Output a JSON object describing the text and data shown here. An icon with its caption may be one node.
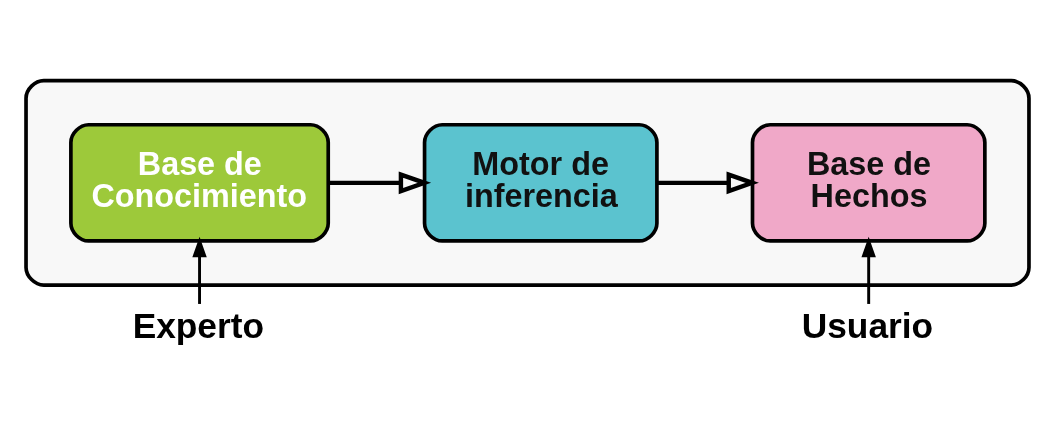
{
  "diagram": {
    "nodes": [
      {
        "text": [],
        "shape": "box"
      },
      {
        "text": [
          "Base de Conocimiento"
        ],
        "in": 0
      },
      {
        "text": [
          "Motor de inferencia"
        ],
        "in": 0
      },
      {
        "text": [
          "Base de Hechos"
        ],
        "in": 0
      },
      {
        "text": [
          "Experto"
        ]
      },
      {
        "text": [
          "Usuario"
        ]
      }
    ],
    "edges": [
      {
        "from": 1,
        "to": 2,
        "arrow": "to"
      },
      {
        "from": 2,
        "to": 3,
        "arrow": "to"
      },
      {
        "from": 4,
        "to": 1,
        "arrow": "to"
      },
      {
        "from": 5,
        "to": 3,
        "arrow": "to"
      }
    ]
  }
}
